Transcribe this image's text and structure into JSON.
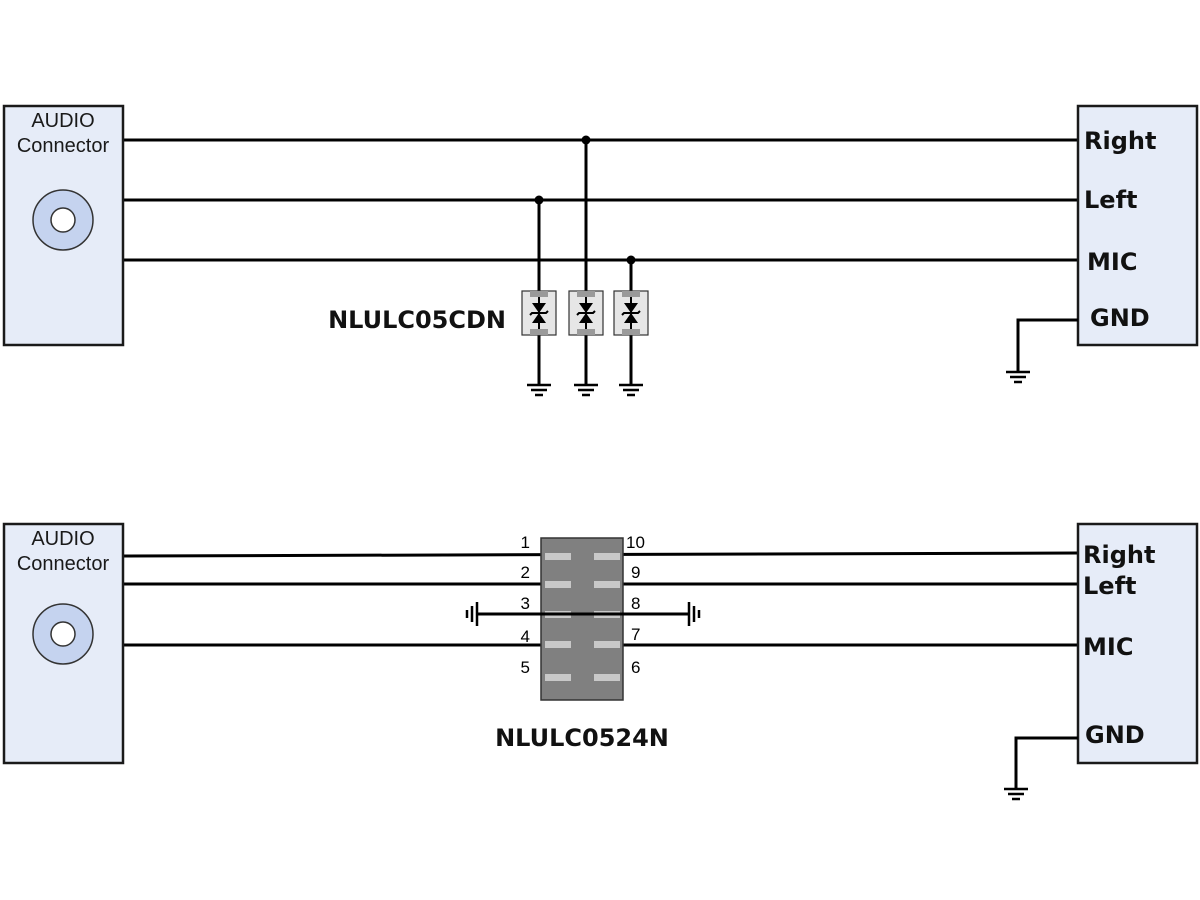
{
  "top": {
    "connector": {
      "line1": "AUDIO",
      "line2": "Connector"
    },
    "signals": {
      "right": "Right",
      "left": "Left",
      "mic": "MIC",
      "gnd": "GND"
    },
    "part": "NLULC05CDN"
  },
  "bottom": {
    "connector": {
      "line1": "AUDIO",
      "line2": "Connector"
    },
    "signals": {
      "right": "Right",
      "left": "Left",
      "mic": "MIC",
      "gnd": "GND"
    },
    "part": "NLULC0524N",
    "pins_left": [
      "1",
      "2",
      "3",
      "4",
      "5"
    ],
    "pins_right": [
      "10",
      "9",
      "8",
      "7",
      "6"
    ]
  },
  "colors": {
    "box_fill": "#e6ecf8",
    "jack_fill": "#c5d3ef",
    "chip_fill": "#808080",
    "chip_pad": "#c8c8c8",
    "diode_fill": "#e6e6e6"
  }
}
